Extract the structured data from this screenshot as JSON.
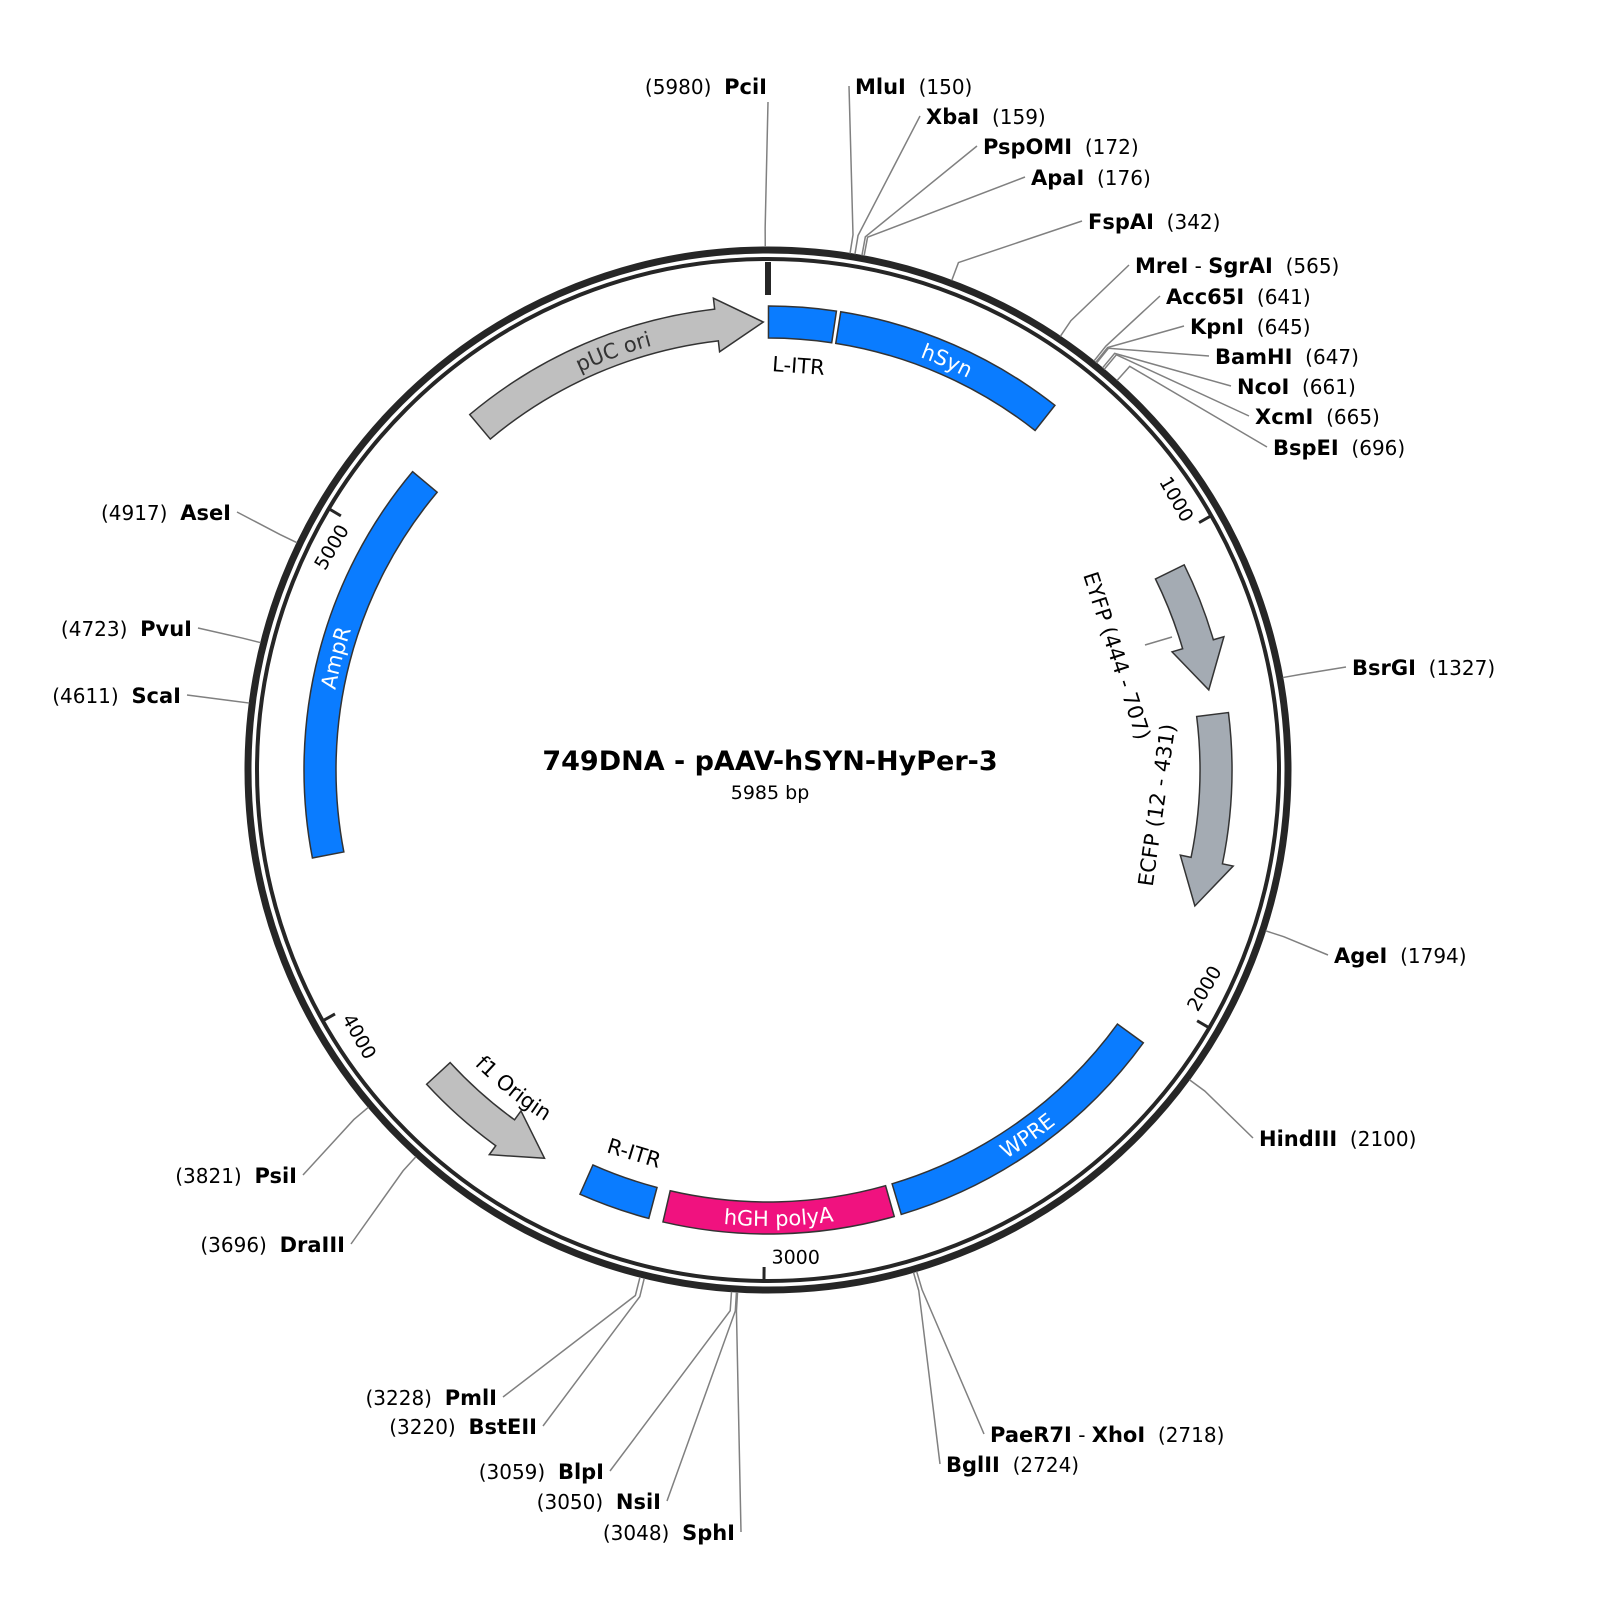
{
  "plasmid": {
    "name": "749DNA - pAAV-hSYN-HyPer-3",
    "length_label": "5985 bp",
    "length": 5985
  },
  "colors": {
    "ring": "#262626",
    "blue": "#0a7cff",
    "pink": "#f0127f",
    "gray": "#bfbfbf",
    "gray_blue": "#a4abb3",
    "line": "#808080"
  },
  "ticks": [
    {
      "bp": 1000,
      "label": "1000"
    },
    {
      "bp": 2000,
      "label": "2000"
    },
    {
      "bp": 3000,
      "label": "3000"
    },
    {
      "bp": 4000,
      "label": "4000"
    },
    {
      "bp": 5000,
      "label": "5000"
    }
  ],
  "features": [
    {
      "name": "L-ITR",
      "start": 1,
      "end": 141,
      "color": "blue",
      "direction": "none"
    },
    {
      "name": "hSyn",
      "start": 150,
      "end": 635,
      "color": "blue",
      "direction": "none"
    },
    {
      "name": "EYFP (444 - 707)",
      "start": 1060,
      "end": 1325,
      "color": "gray_blue",
      "direction": "forward"
    },
    {
      "name": "ECFP (12 - 431)",
      "start": 1378,
      "end": 1790,
      "color": "gray_blue",
      "direction": "forward"
    },
    {
      "name": "WPRE",
      "start": 2095,
      "end": 2715,
      "color": "blue",
      "direction": "none"
    },
    {
      "name": "hGH polyA",
      "start": 2730,
      "end": 3210,
      "color": "pink",
      "direction": "none"
    },
    {
      "name": "R-ITR",
      "start": 3240,
      "end": 3390,
      "color": "blue",
      "direction": "none"
    },
    {
      "name": "f1 Origin",
      "start": 3490,
      "end": 3780,
      "color": "gray",
      "direction": "reverse"
    },
    {
      "name": "AmpR",
      "start": 4307,
      "end": 5154,
      "color": "blue",
      "direction": "none"
    },
    {
      "name": "pUC ori",
      "start": 5320,
      "end": 5975,
      "color": "gray",
      "direction": "forward"
    }
  ],
  "enzymes": [
    {
      "name": "PciI",
      "position": "(5980)",
      "bp": 5980
    },
    {
      "name": "MluI",
      "position": "(150)",
      "bp": 150
    },
    {
      "name": "XbaI",
      "position": "(159)",
      "bp": 159
    },
    {
      "name": "PspOMI",
      "position": "(172)",
      "bp": 172
    },
    {
      "name": "ApaI",
      "position": "(176)",
      "bp": 176
    },
    {
      "name": "FspAI",
      "position": "(342)",
      "bp": 342
    },
    {
      "name": "MreI",
      "name2": "SgrAI",
      "position": "(565)",
      "bp": 565
    },
    {
      "name": "Acc65I",
      "position": "(641)",
      "bp": 641
    },
    {
      "name": "KpnI",
      "position": "(645)",
      "bp": 645
    },
    {
      "name": "BamHI",
      "position": "(647)",
      "bp": 647
    },
    {
      "name": "NcoI",
      "position": "(661)",
      "bp": 661
    },
    {
      "name": "XcmI",
      "position": "(665)",
      "bp": 665
    },
    {
      "name": "BspEI",
      "position": "(696)",
      "bp": 696
    },
    {
      "name": "BsrGI",
      "position": "(1327)",
      "bp": 1327
    },
    {
      "name": "AgeI",
      "position": "(1794)",
      "bp": 1794
    },
    {
      "name": "HindIII",
      "position": "(2100)",
      "bp": 2100
    },
    {
      "name": "PaeR7I",
      "name2": "XhoI",
      "position": "(2718)",
      "bp": 2718
    },
    {
      "name": "BglII",
      "position": "(2724)",
      "bp": 2724
    },
    {
      "name": "SphI",
      "position": "(3048)",
      "bp": 3048
    },
    {
      "name": "NsiI",
      "position": "(3050)",
      "bp": 3050
    },
    {
      "name": "BlpI",
      "position": "(3059)",
      "bp": 3059
    },
    {
      "name": "BstEII",
      "position": "(3220)",
      "bp": 3220
    },
    {
      "name": "PmlI",
      "position": "(3228)",
      "bp": 3228
    },
    {
      "name": "DraIII",
      "position": "(3696)",
      "bp": 3696
    },
    {
      "name": "PsiI",
      "position": "(3821)",
      "bp": 3821
    },
    {
      "name": "ScaI",
      "position": "(4611)",
      "bp": 4611
    },
    {
      "name": "PvuI",
      "position": "(4723)",
      "bp": 4723
    },
    {
      "name": "AseI",
      "position": "(4917)",
      "bp": 4917
    }
  ]
}
